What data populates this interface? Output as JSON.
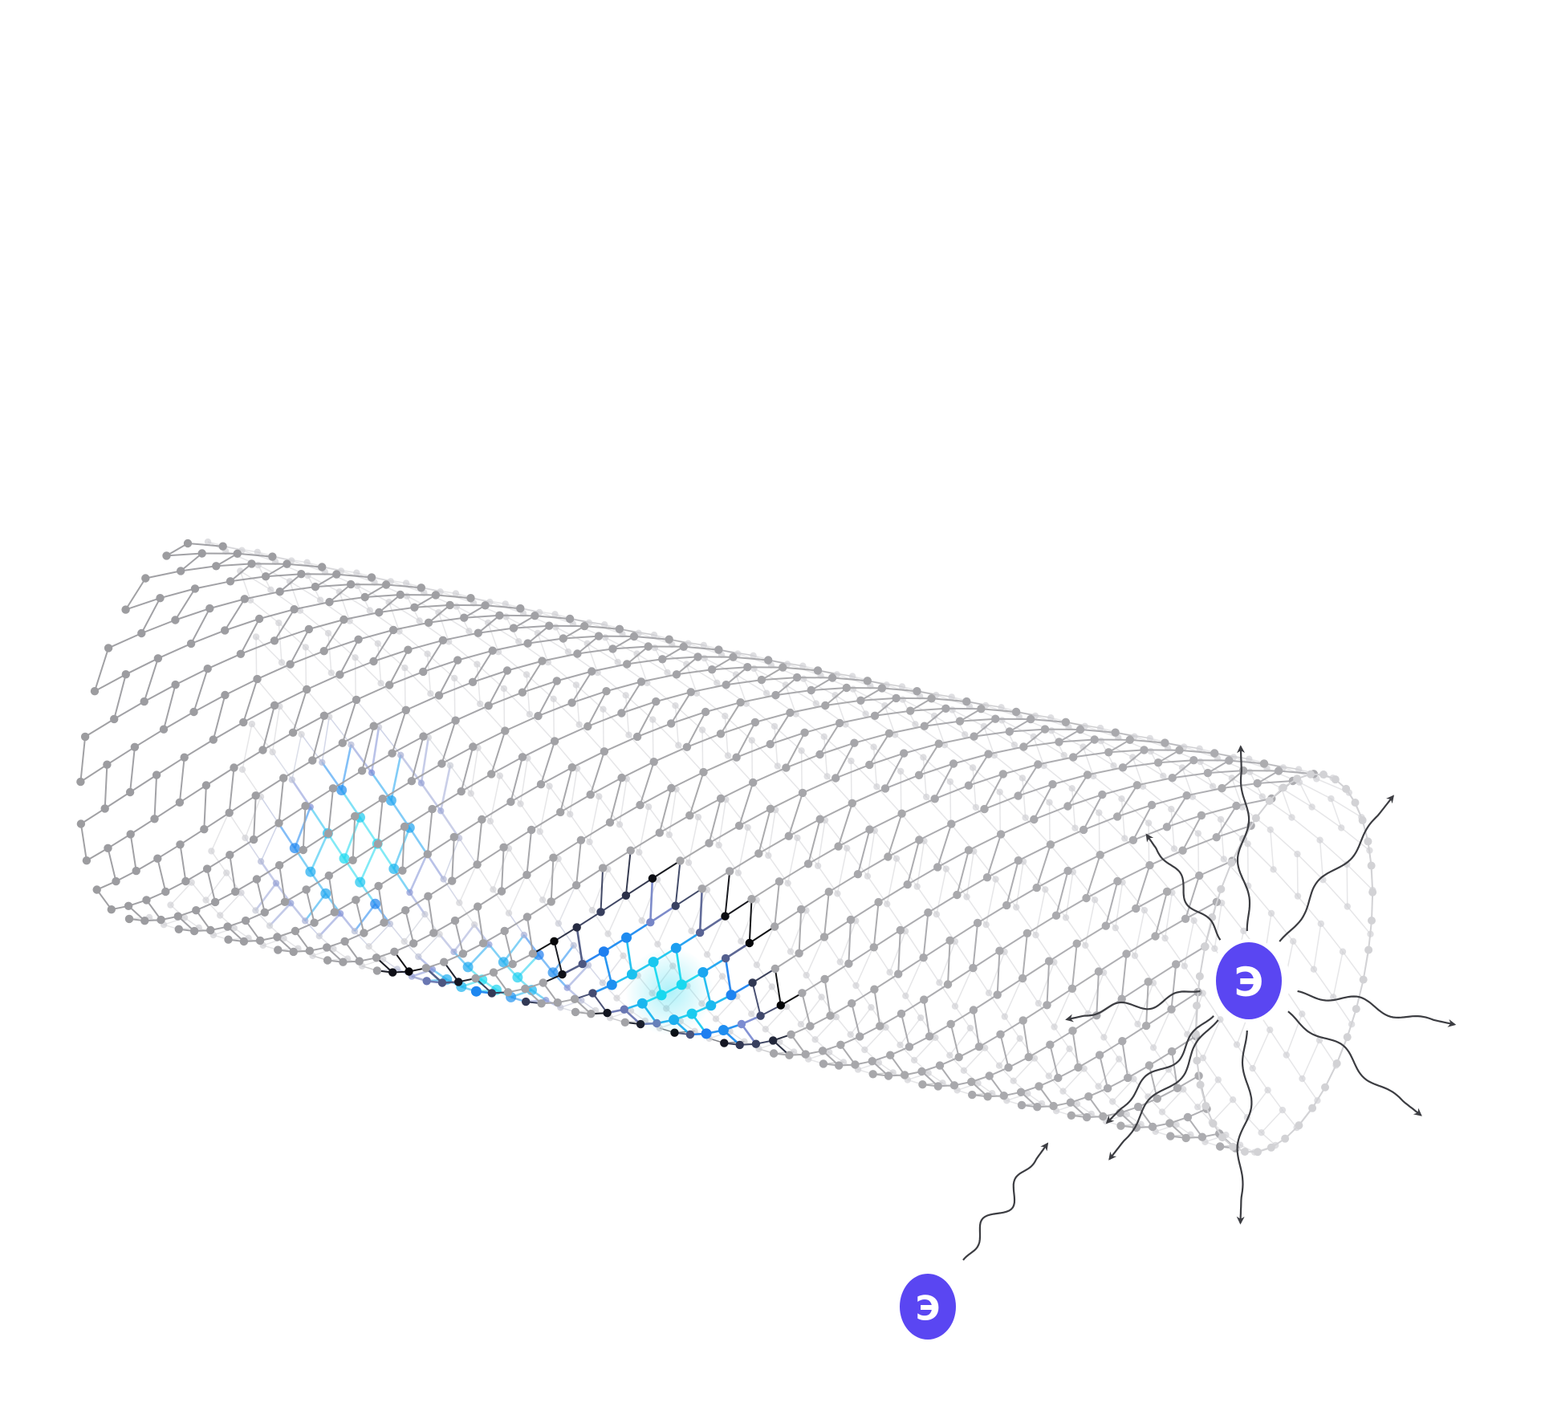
{
  "diagram": {
    "particle_symbol": "Э",
    "colors": {
      "background": "#ffffff",
      "lattice_dark": "#8e8e92",
      "lattice_light": "#d2d2d5",
      "highlight_mid": "#7f8fd6",
      "highlight_blue": "#1f7cf0",
      "highlight_cyan": "#19d8ef",
      "particle_fill": "#5a46f2",
      "arrow": "#3c3d42"
    },
    "highlight_count": 3,
    "emitted_arrow_count": 9,
    "incoming_arrow_count": 1
  }
}
